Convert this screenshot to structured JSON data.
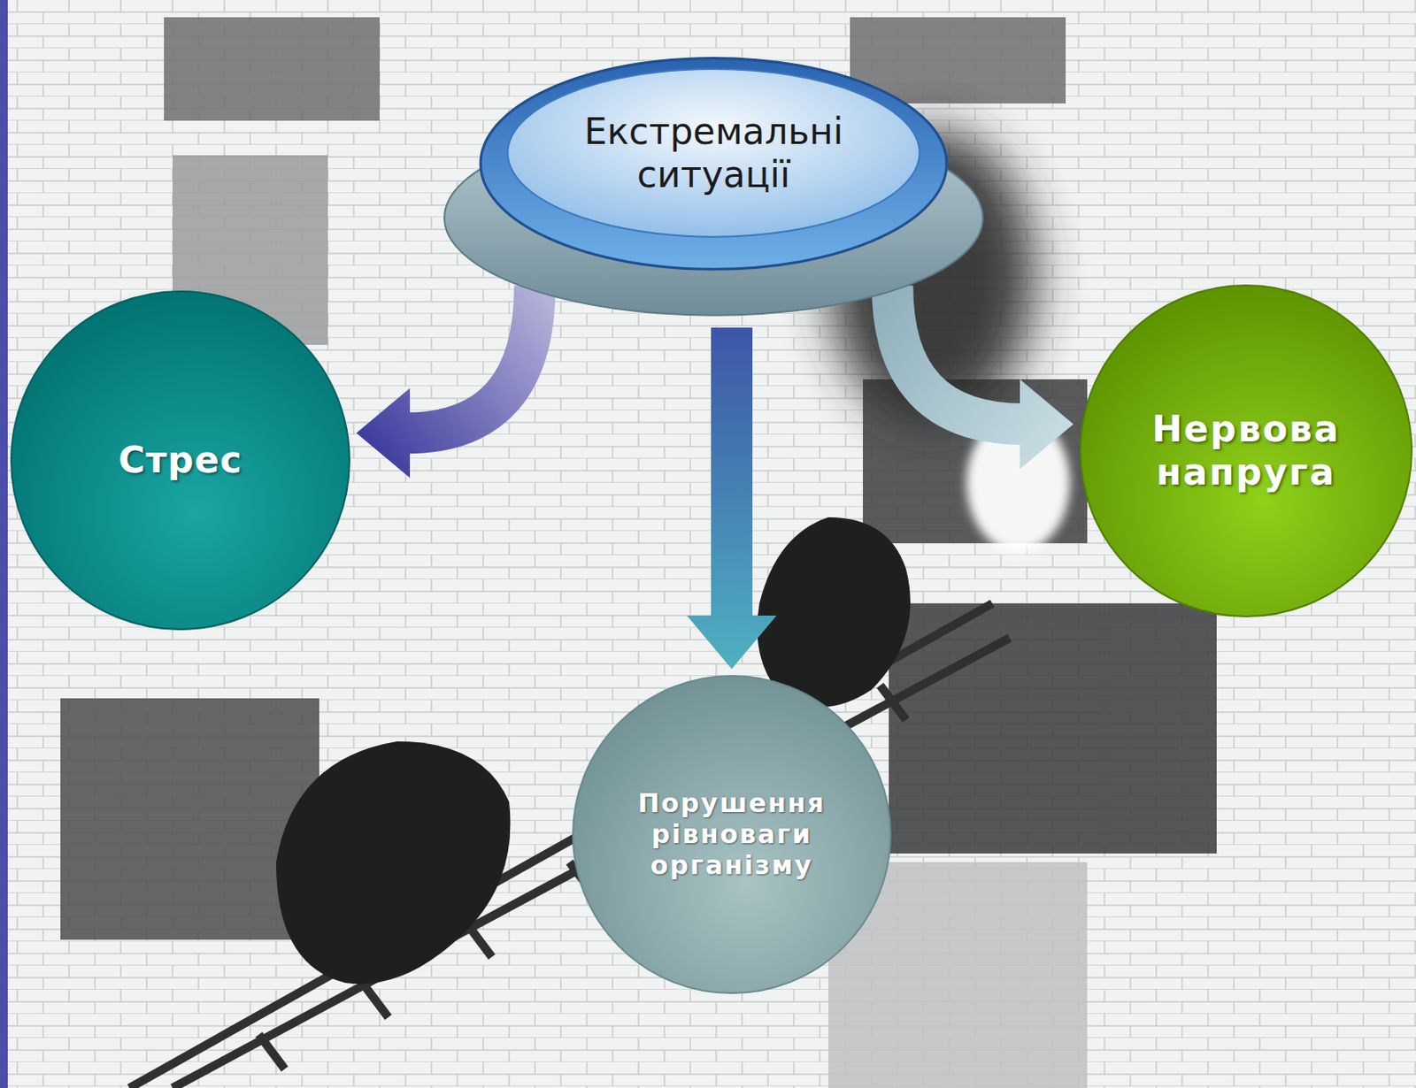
{
  "diagram": {
    "nodes": [
      {
        "text": [
          "Екстремальні ситуації"
        ]
      },
      {
        "text": [
          "Стрес"
        ]
      },
      {
        "text": [
          "Нервова напруга"
        ]
      },
      {
        "text": [
          "Порушення рівноваги організму"
        ]
      }
    ],
    "edges": [
      {
        "from": 0,
        "to": 1,
        "arrow": "to"
      },
      {
        "from": 0,
        "to": 3,
        "arrow": "to"
      },
      {
        "from": 0,
        "to": 2,
        "arrow": "to"
      }
    ]
  }
}
